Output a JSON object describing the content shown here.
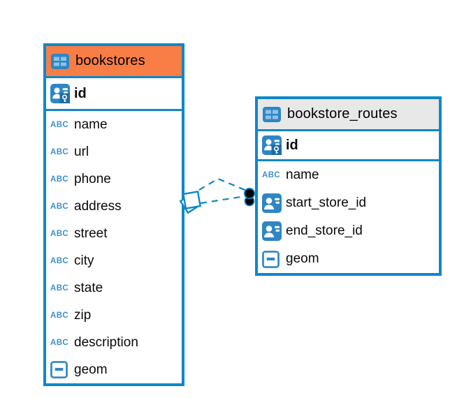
{
  "diagram": {
    "type": "entity-relationship-diagram",
    "tables": [
      {
        "name": "bookstores",
        "header_style": "orange",
        "columns": [
          {
            "name": "id",
            "icon": "primary-key-icon"
          },
          {
            "name": "name",
            "icon": "text-type-icon"
          },
          {
            "name": "url",
            "icon": "text-type-icon"
          },
          {
            "name": "phone",
            "icon": "text-type-icon"
          },
          {
            "name": "address",
            "icon": "text-type-icon"
          },
          {
            "name": "street",
            "icon": "text-type-icon"
          },
          {
            "name": "city",
            "icon": "text-type-icon"
          },
          {
            "name": "state",
            "icon": "text-type-icon"
          },
          {
            "name": "zip",
            "icon": "text-type-icon"
          },
          {
            "name": "description",
            "icon": "text-type-icon"
          },
          {
            "name": "geom",
            "icon": "geometry-type-icon"
          }
        ]
      },
      {
        "name": "bookstore_routes",
        "header_style": "gray",
        "columns": [
          {
            "name": "id",
            "icon": "primary-key-icon"
          },
          {
            "name": "name",
            "icon": "text-type-icon"
          },
          {
            "name": "start_store_id",
            "icon": "reference-type-icon"
          },
          {
            "name": "end_store_id",
            "icon": "reference-type-icon"
          },
          {
            "name": "geom",
            "icon": "geometry-type-icon"
          }
        ]
      }
    ],
    "relationship": {
      "between": [
        "bookstores",
        "bookstore_routes"
      ],
      "line_count": 2,
      "line_style": "dashed",
      "left_marker": "diamond",
      "right_marker": "black-dot"
    },
    "icons": {
      "abc_label": "ABC"
    },
    "colors": {
      "border_blue": "#0E87CC",
      "icon_blue": "#2E86C4",
      "icon_cell_light_blue": "#8FC2E9",
      "key_overlay_blue": "#1D6BA6",
      "abc_blue": "#3E8FCB",
      "orange_header": "#F87E45",
      "gray_header": "#E8E8E8",
      "text": "#000000"
    }
  }
}
